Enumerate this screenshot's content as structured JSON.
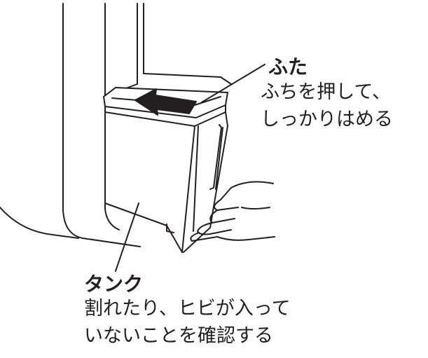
{
  "lid": {
    "title": "ふた",
    "line1": "ふちを押して、",
    "line2": "しっかりはめる"
  },
  "tank": {
    "title": "タンク",
    "line1": "割れたり、ヒビが入って",
    "line2": "いないことを確認する"
  },
  "colors": {
    "line": "#231f20",
    "arrow": "#231f20",
    "background": "#ffffff"
  }
}
